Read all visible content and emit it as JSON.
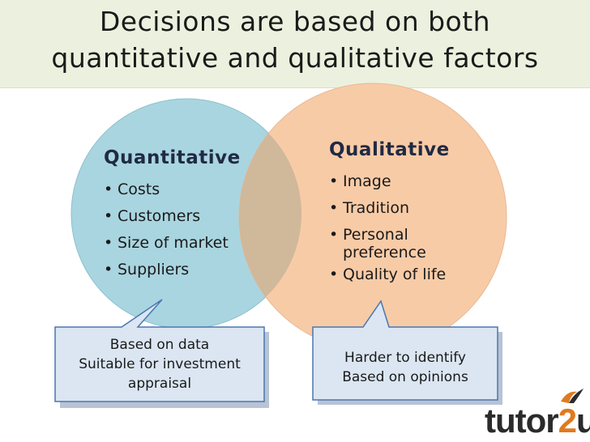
{
  "title": {
    "line1": "Decisions are based on both",
    "line2": "quantitative and qualitative factors"
  },
  "quantitative": {
    "heading": "Quantitative",
    "items": [
      "Costs",
      "Customers",
      "Size of market",
      "Suppliers"
    ]
  },
  "qualitative": {
    "heading": "Qualitative",
    "items": [
      "Image",
      "Tradition",
      "Personal",
      "preference",
      "Quality of life"
    ]
  },
  "callout_left": {
    "line1": "Based on data",
    "line2": "Suitable for investment",
    "line3": "appraisal"
  },
  "callout_right": {
    "line1": "Harder to identify",
    "line2": "Based on opinions"
  },
  "logo": {
    "text_main": "tutor",
    "text_num": "2",
    "text_u": "u"
  },
  "colors": {
    "title_band": "#ebf1de",
    "left_circle": "#a9d5e0",
    "right_circle": "#f8cba7",
    "overlap": "#d0b89b",
    "callout_fill": "#dbe6f2",
    "callout_border": "#4a76b0"
  }
}
